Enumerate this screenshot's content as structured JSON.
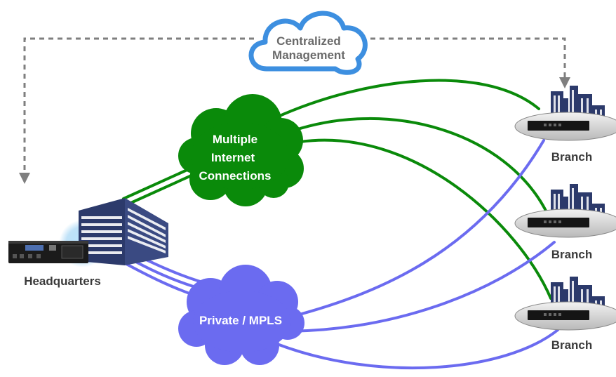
{
  "management": {
    "label_line1": "Centralized",
    "label_line2": "Management"
  },
  "internet_cloud": {
    "label_line1": "Multiple",
    "label_line2": "Internet",
    "label_line3": "Connections"
  },
  "mpls_cloud": {
    "label": "Private / MPLS"
  },
  "headquarters": {
    "label": "Headquarters"
  },
  "branches": [
    {
      "label": "Branch"
    },
    {
      "label": "Branch"
    },
    {
      "label": "Branch"
    }
  ],
  "colors": {
    "internet_links": "#0a8a0a",
    "mpls_links": "#6b6bf0",
    "management_line": "#7f7f7f",
    "management_cloud_outline": "#3d8fe0",
    "internet_cloud_fill": "#0a8a0a",
    "mpls_cloud_fill": "#6b6bf0",
    "building": "#2c3a6b",
    "label_text": "#3a3a3a"
  },
  "icons": {
    "management": "cloud-icon",
    "headquarters_building": "office-building-icon",
    "headquarters_appliance": "rack-appliance-icon",
    "branch_building": "city-skyline-icon",
    "branch_appliance": "router-appliance-icon"
  }
}
